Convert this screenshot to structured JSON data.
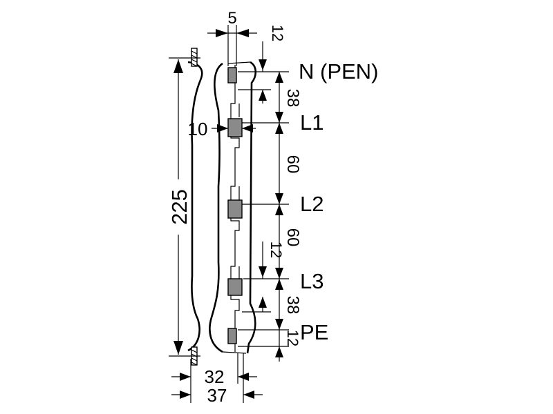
{
  "diagram": {
    "conductor_labels": [
      "N (PEN)",
      "L1",
      "L2",
      "L3",
      "PE"
    ],
    "dimensions": {
      "top_width": "5",
      "top_offset": "12",
      "n_to_l1": "38",
      "bar_thickness": "10",
      "l1_to_l2": "60",
      "l2_to_l3": "60",
      "l2_gap": "12",
      "l3_to_pe": "38",
      "pe_offset": "12",
      "overall_height": "225",
      "depth_inner": "32",
      "depth_outer": "37"
    },
    "colors": {
      "line": "#000000",
      "busbar_fill": "#8a8a8a",
      "background": "#ffffff"
    }
  }
}
